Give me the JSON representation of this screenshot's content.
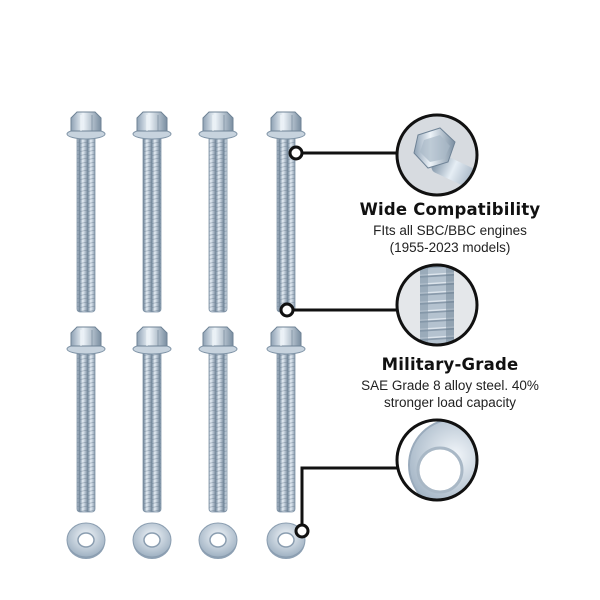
{
  "product": {
    "bolt_count": 8,
    "washer_count": 4,
    "colors": {
      "zinc": "#b9c6d3",
      "zinc_dark": "#7f93a6",
      "zinc_light": "#e6eef5",
      "callout_line": "#111111"
    }
  },
  "features": [
    {
      "title": "Wide Compatibility",
      "lines": [
        "FIts all SBC/BBC engines",
        "(1955-2023 models)"
      ],
      "icon": "bolt-head-closeup-icon"
    },
    {
      "title": "Military-Grade",
      "lines": [
        "SAE Grade 8 alloy steel. 40%",
        "stronger load capacity"
      ],
      "icon": "thread-closeup-icon"
    },
    {
      "title": "",
      "lines": [],
      "icon": "washer-closeup-icon"
    }
  ]
}
